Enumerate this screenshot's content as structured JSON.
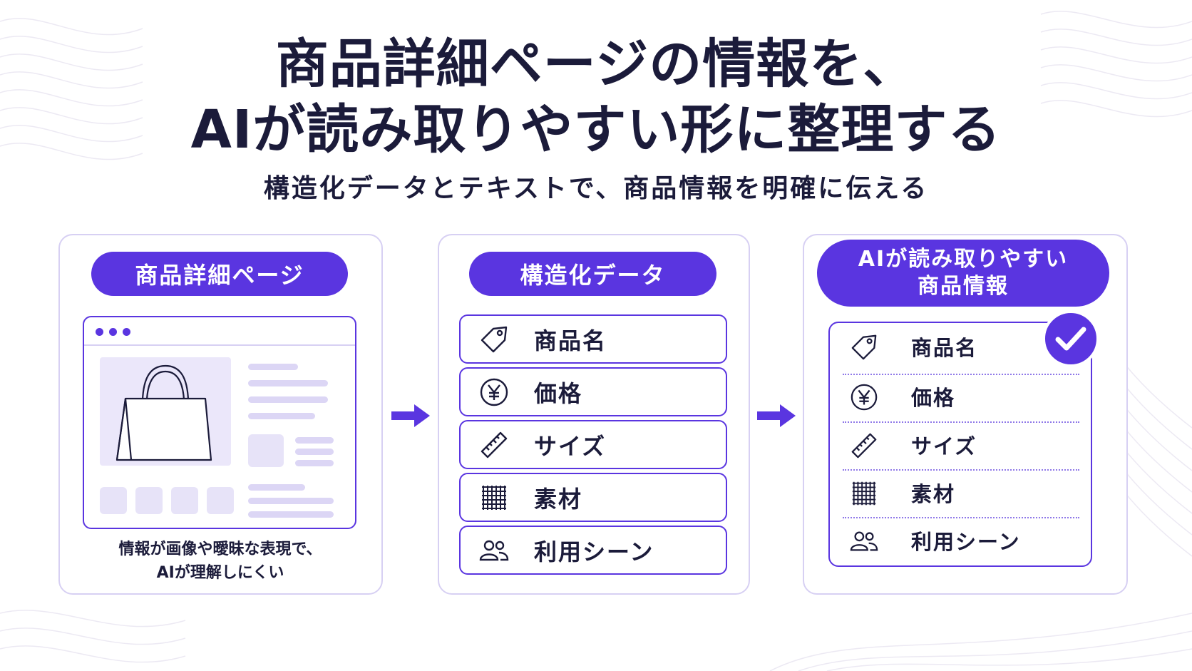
{
  "title_line1": "商品詳細ページの情報を、",
  "title_line2": "AIが読み取りやすい形に整理する",
  "subtitle": "構造化データとテキストで、商品情報を明確に伝える",
  "panel1": {
    "label": "商品詳細ページ",
    "caption_line1": "情報が画像や曖昧な表現で、",
    "caption_line2": "AIが理解しにくい"
  },
  "panel2": {
    "label": "構造化データ",
    "items": [
      {
        "label": "商品名",
        "icon": "tag-icon"
      },
      {
        "label": "価格",
        "icon": "yen-icon"
      },
      {
        "label": "サイズ",
        "icon": "ruler-icon"
      },
      {
        "label": "素材",
        "icon": "grid-icon"
      },
      {
        "label": "利用シーン",
        "icon": "users-icon"
      }
    ]
  },
  "panel3": {
    "label_line1": "AIが読み取りやすい",
    "label_line2": "商品情報",
    "items": [
      {
        "label": "商品名",
        "icon": "tag-icon"
      },
      {
        "label": "価格",
        "icon": "yen-icon"
      },
      {
        "label": "サイズ",
        "icon": "ruler-icon"
      },
      {
        "label": "素材",
        "icon": "grid-icon"
      },
      {
        "label": "利用シーン",
        "icon": "users-icon"
      }
    ]
  },
  "colors": {
    "accent": "#5a35e0",
    "text": "#1b1b3a",
    "panel_border": "#d7d0f3"
  }
}
